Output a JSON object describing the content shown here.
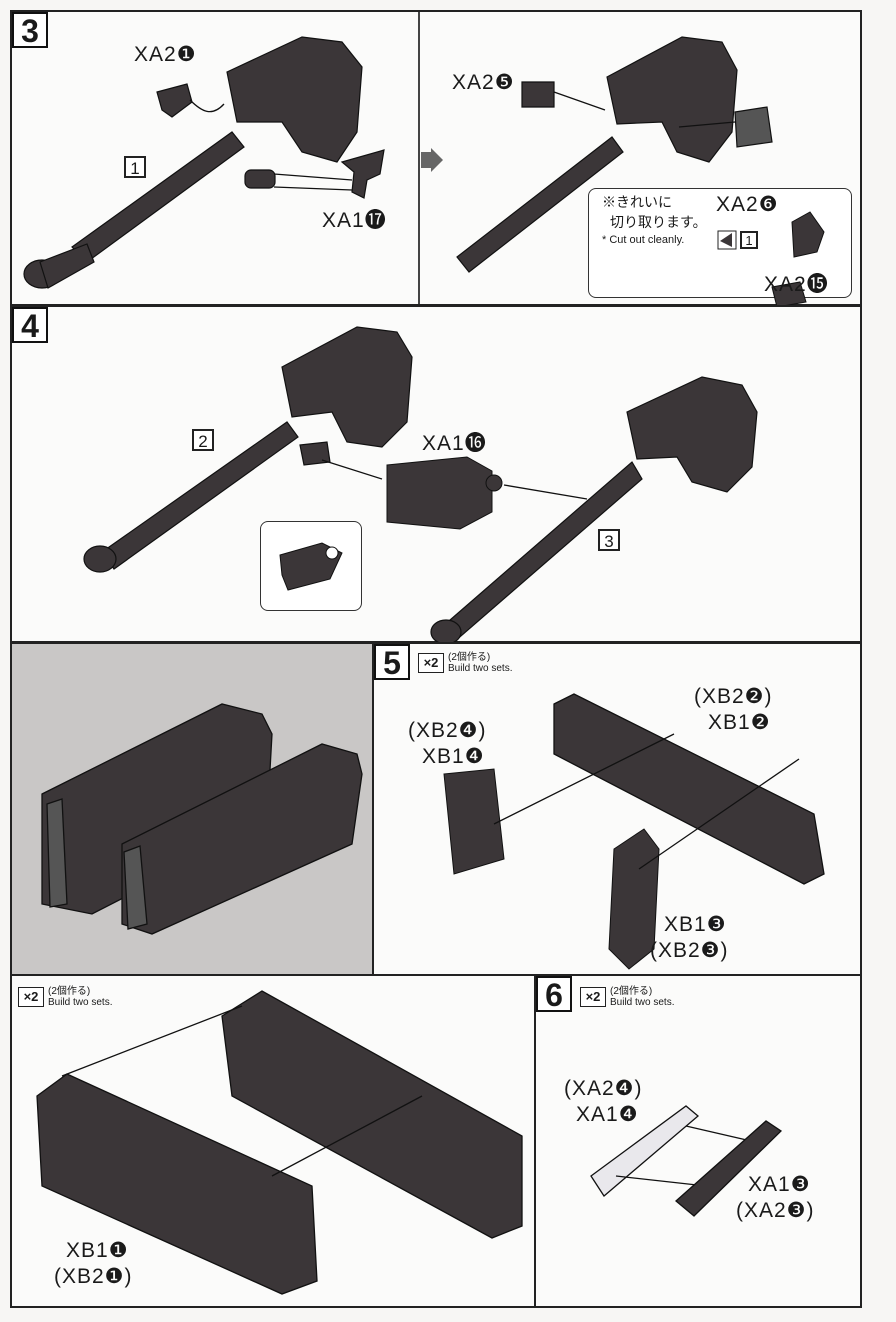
{
  "steps": {
    "step3": {
      "number": "3",
      "labels": {
        "xa2_1": "XA2❶",
        "xa1_17": "XA1⓱",
        "xa2_5": "XA2❺",
        "xa2_6": "XA2❻",
        "xa2_15": "XA2⓯"
      },
      "sub_assembly": "1",
      "note": {
        "jp_line1": "※きれいに",
        "jp_line2": "切り取ります。",
        "en": "* Cut out cleanly.",
        "ref": "1"
      }
    },
    "step4": {
      "number": "4",
      "labels": {
        "xa1_16": "XA1⓰"
      },
      "left_ref": "2",
      "right_ref": "3"
    },
    "step5": {
      "number": "5",
      "build": {
        "badge": "×2",
        "jp": "(2個作る)",
        "en": "Build two sets."
      },
      "labels": {
        "top_a": "(XB2❷)",
        "top_b": "XB1❷",
        "mid_a": "(XB2❹)",
        "mid_b": "XB1❹",
        "bot_a": "XB1❸",
        "bot_b": "(XB2❸)"
      }
    },
    "step5b": {
      "build": {
        "badge": "×2",
        "jp": "(2個作る)",
        "en": "Build two sets."
      },
      "labels": {
        "a": "XB1❶",
        "b": "(XB2❶)"
      }
    },
    "step6": {
      "number": "6",
      "build": {
        "badge": "×2",
        "jp": "(2個作る)",
        "en": "Build two sets."
      },
      "labels": {
        "a": "(XA2❹)",
        "b": "XA1❹",
        "c": "XA1❸",
        "d": "(XA2❸)"
      }
    }
  },
  "colors": {
    "part_dark": "#3b3638",
    "part_light": "#e9e8ec",
    "shaded_bg": "#c9c7c6"
  }
}
